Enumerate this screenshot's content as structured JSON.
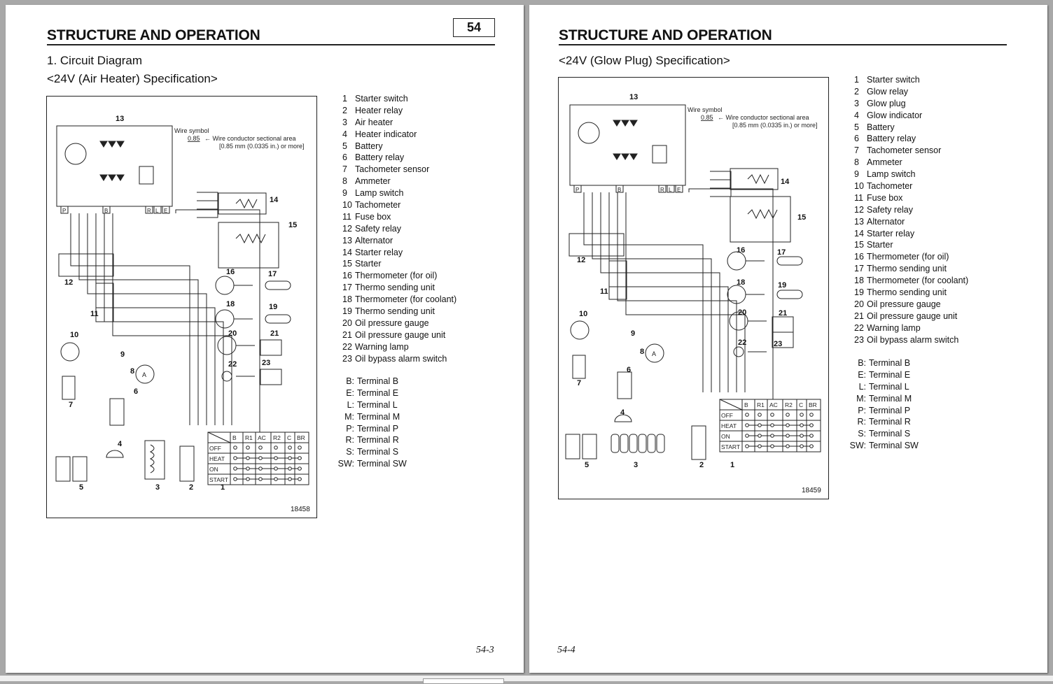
{
  "left_page": {
    "title": "STRUCTURE AND OPERATION",
    "page_number": "54",
    "section": "1.  Circuit Diagram",
    "spec": "<24V (Air Heater) Specification>",
    "folio": "54-3",
    "diagram": {
      "figure_id": "18458",
      "wire_symbol_label": "Wire symbol",
      "wire_value": "0.85",
      "wire_note_1": "Wire conductor sectional area",
      "wire_note_2": "[0.85 mm (0.0335 in.) or more]",
      "switch_cols": [
        "B",
        "R1",
        "AC",
        "R2",
        "C",
        "BR"
      ],
      "switch_rows": [
        "OFF",
        "HEAT",
        "ON",
        "START"
      ]
    },
    "legend": [
      {
        "n": "1",
        "label": "Starter switch"
      },
      {
        "n": "2",
        "label": "Heater relay"
      },
      {
        "n": "3",
        "label": "Air heater"
      },
      {
        "n": "4",
        "label": "Heater indicator"
      },
      {
        "n": "5",
        "label": "Battery"
      },
      {
        "n": "6",
        "label": "Battery relay"
      },
      {
        "n": "7",
        "label": "Tachometer sensor"
      },
      {
        "n": "8",
        "label": "Ammeter"
      },
      {
        "n": "9",
        "label": "Lamp switch"
      },
      {
        "n": "10",
        "label": "Tachometer"
      },
      {
        "n": "11",
        "label": "Fuse box"
      },
      {
        "n": "12",
        "label": "Safety relay"
      },
      {
        "n": "13",
        "label": "Alternator"
      },
      {
        "n": "14",
        "label": "Starter relay"
      },
      {
        "n": "15",
        "label": "Starter"
      },
      {
        "n": "16",
        "label": "Thermometer (for oil)"
      },
      {
        "n": "17",
        "label": "Thermo sending unit"
      },
      {
        "n": "18",
        "label": "Thermometer (for coolant)"
      },
      {
        "n": "19",
        "label": "Thermo sending unit"
      },
      {
        "n": "20",
        "label": "Oil pressure gauge"
      },
      {
        "n": "21",
        "label": "Oil pressure gauge unit"
      },
      {
        "n": "22",
        "label": "Warning lamp"
      },
      {
        "n": "23",
        "label": "Oil bypass alarm switch"
      }
    ],
    "terminals": [
      {
        "t": "B:",
        "label": "Terminal B"
      },
      {
        "t": "E:",
        "label": "Terminal E"
      },
      {
        "t": "L:",
        "label": "Terminal L"
      },
      {
        "t": "M:",
        "label": "Terminal M"
      },
      {
        "t": "P:",
        "label": "Terminal P"
      },
      {
        "t": "R:",
        "label": "Terminal R"
      },
      {
        "t": "S:",
        "label": "Terminal S"
      },
      {
        "t": "SW:",
        "label": "Terminal SW"
      }
    ]
  },
  "right_page": {
    "title": "STRUCTURE AND OPERATION",
    "spec": "<24V (Glow Plug) Specification>",
    "folio": "54-4",
    "diagram": {
      "figure_id": "18459",
      "wire_symbol_label": "Wire symbol",
      "wire_value": "0.85",
      "wire_note_1": "Wire conductor sectional area",
      "wire_note_2": "[0.85 mm (0.0335 in.) or more]",
      "switch_cols": [
        "B",
        "R1",
        "AC",
        "R2",
        "C",
        "BR"
      ],
      "switch_rows": [
        "OFF",
        "HEAT",
        "ON",
        "START"
      ]
    },
    "legend": [
      {
        "n": "1",
        "label": "Starter switch"
      },
      {
        "n": "2",
        "label": "Glow relay"
      },
      {
        "n": "3",
        "label": "Glow plug"
      },
      {
        "n": "4",
        "label": "Glow indicator"
      },
      {
        "n": "5",
        "label": "Battery"
      },
      {
        "n": "6",
        "label": "Battery relay"
      },
      {
        "n": "7",
        "label": "Tachometer sensor"
      },
      {
        "n": "8",
        "label": "Ammeter"
      },
      {
        "n": "9",
        "label": "Lamp switch"
      },
      {
        "n": "10",
        "label": "Tachometer"
      },
      {
        "n": "11",
        "label": "Fuse box"
      },
      {
        "n": "12",
        "label": "Safety relay"
      },
      {
        "n": "13",
        "label": "Alternator"
      },
      {
        "n": "14",
        "label": "Starter relay"
      },
      {
        "n": "15",
        "label": "Starter"
      },
      {
        "n": "16",
        "label": "Thermometer (for oil)"
      },
      {
        "n": "17",
        "label": "Thermo sending unit"
      },
      {
        "n": "18",
        "label": "Thermometer (for coolant)"
      },
      {
        "n": "19",
        "label": "Thermo sending unit"
      },
      {
        "n": "20",
        "label": "Oil pressure gauge"
      },
      {
        "n": "21",
        "label": "Oil pressure gauge unit"
      },
      {
        "n": "22",
        "label": "Warning lamp"
      },
      {
        "n": "23",
        "label": "Oil bypass alarm switch"
      }
    ],
    "terminals": [
      {
        "t": "B:",
        "label": "Terminal B"
      },
      {
        "t": "E:",
        "label": "Terminal E"
      },
      {
        "t": "L:",
        "label": "Terminal L"
      },
      {
        "t": "M:",
        "label": "Terminal M"
      },
      {
        "t": "P:",
        "label": "Terminal P"
      },
      {
        "t": "R:",
        "label": "Terminal R"
      },
      {
        "t": "S:",
        "label": "Terminal S"
      },
      {
        "t": "SW:",
        "label": "Terminal SW"
      }
    ]
  }
}
